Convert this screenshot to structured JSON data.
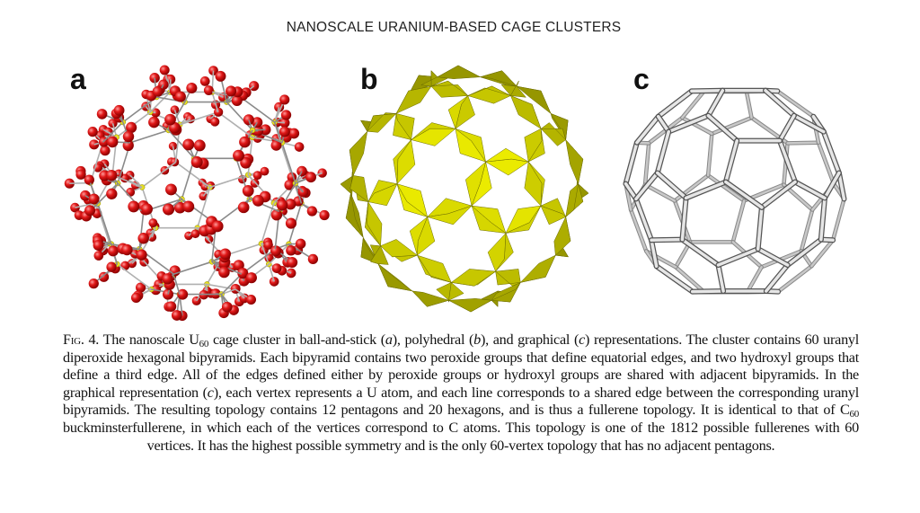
{
  "figure": {
    "title": "NANOSCALE URANIUM-BASED CAGE CLUSTERS",
    "panels": [
      {
        "label": "a",
        "style": "ball-and-stick"
      },
      {
        "label": "b",
        "style": "polyhedral"
      },
      {
        "label": "c",
        "style": "graphical"
      }
    ],
    "colors": {
      "oxygen": "#d81818",
      "uranium": "#e8e020",
      "polyhedra": "#f0f000",
      "wireframe": "#a8a8a8"
    }
  },
  "caption": {
    "segments": [
      "Fig. 4.",
      " The nanoscale U",
      "60",
      " cage cluster in ball-and-stick (",
      "a",
      "), polyhedral (",
      "b",
      "), and graphical (",
      "c",
      ") representations. The cluster contains 60 uranyl diperoxide hexagonal bipyramids. Each bipyramid contains two peroxide groups that define equatorial edges, and two hydroxyl groups that define a third edge. All of the edges defined either by peroxide groups or hydroxyl groups are shared with adjacent bipyramids. In the graphical representation (",
      "c",
      "), each vertex represents a U atom, and each line corresponds to a shared edge between the corresponding uranyl bipyramids. The resulting topology contains 12 pentagons and 20 hexagons, and is thus a fullerene topology. It is identical to that of C",
      "60",
      " buckminsterfullerene, in which each of the vertices correspond to C atoms. This topology is one of the 1812 possible fullerenes with 60 vertices. It has the highest possible symmetry and is the only 60-vertex topology that has no adjacent pentagons."
    ]
  }
}
